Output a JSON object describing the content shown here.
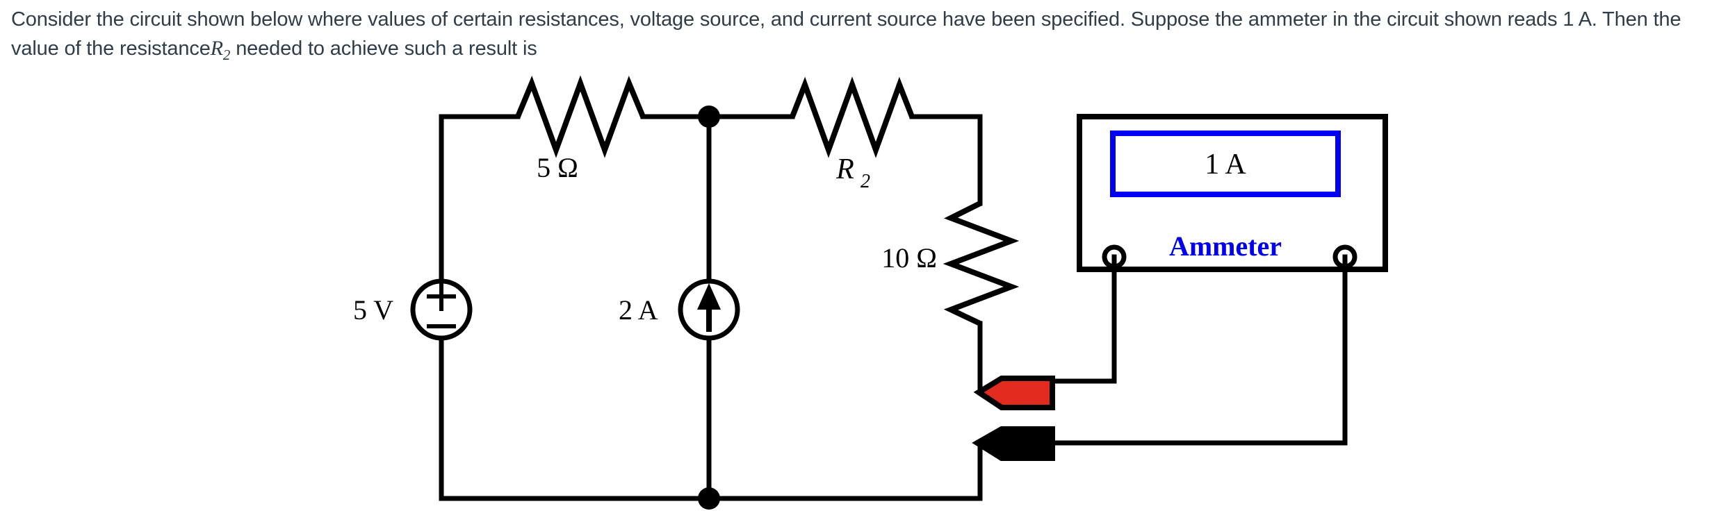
{
  "problem": {
    "line1_part1": "Consider the circuit shown below where values of certain resistances, voltage source, and current source have been specified. Suppose the ammeter in the circuit shown reads 1",
    "line2_part1": "A. Then the value of the resistance",
    "line2_var": "R",
    "line2_var_sub": "2",
    "line2_part2": "needed to achieve such a result is"
  },
  "circuit": {
    "voltage_source": {
      "label": "5 V",
      "plus": "+",
      "minus": "−"
    },
    "current_source": {
      "label": "2 A"
    },
    "resistor_top_left": {
      "label": "5 Ω"
    },
    "resistor_top_right": {
      "label": "R",
      "sublabel": "2"
    },
    "resistor_vertical": {
      "label": "10 Ω"
    }
  },
  "ammeter": {
    "reading": "1 A",
    "title": "Ammeter",
    "display_border_color": "#0000ee",
    "title_color": "#0000ee",
    "body_color": "#000000"
  },
  "probes": {
    "positive_color": "#e12b1f",
    "negative_color": "#000000"
  },
  "colors": {
    "wire": "#000000",
    "text": "#2e3d49",
    "background": "#ffffff"
  }
}
